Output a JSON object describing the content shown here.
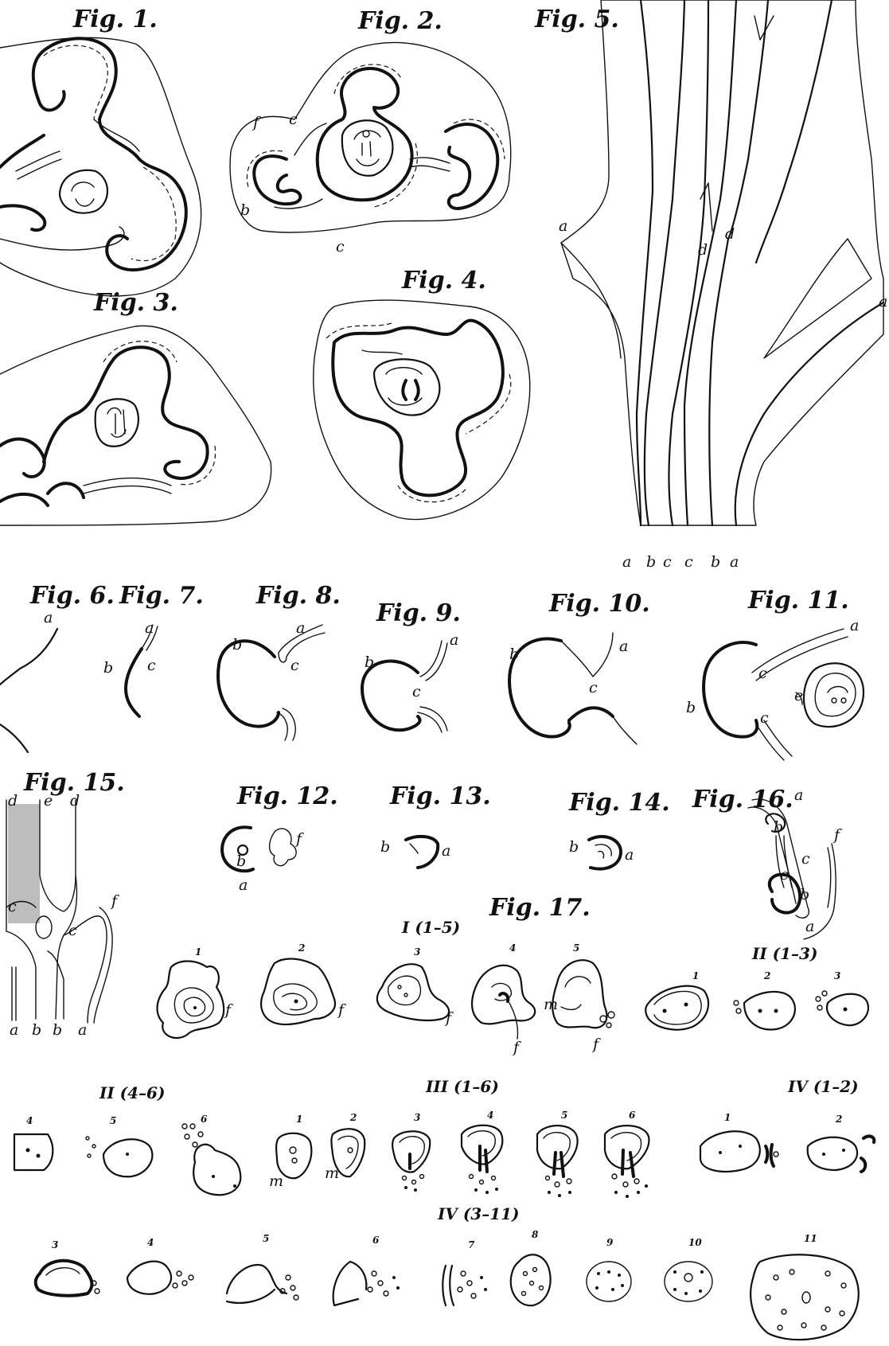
{
  "plate": {
    "figures": [
      {
        "id": "fig1",
        "title": "Fig. 1."
      },
      {
        "id": "fig2",
        "title": "Fig. 2.",
        "labels": [
          "f",
          "c",
          "b",
          "c"
        ]
      },
      {
        "id": "fig3",
        "title": "Fig. 3."
      },
      {
        "id": "fig4",
        "title": "Fig. 4."
      },
      {
        "id": "fig5",
        "title": "Fig. 5.",
        "labels": [
          "a",
          "a",
          "d",
          "d",
          "a",
          "b",
          "c",
          "c",
          "b",
          "a"
        ]
      },
      {
        "id": "fig6",
        "title": "Fig. 6.",
        "labels": [
          "a"
        ]
      },
      {
        "id": "fig7",
        "title": "Fig. 7.",
        "labels": [
          "a",
          "c",
          "b"
        ]
      },
      {
        "id": "fig8",
        "title": "Fig. 8.",
        "labels": [
          "b",
          "a",
          "c"
        ]
      },
      {
        "id": "fig9",
        "title": "Fig. 9.",
        "labels": [
          "a",
          "b",
          "c"
        ]
      },
      {
        "id": "fig10",
        "title": "Fig. 10.",
        "labels": [
          "b",
          "a",
          "c"
        ]
      },
      {
        "id": "fig11",
        "title": "Fig. 11.",
        "labels": [
          "a",
          "c",
          "b",
          "c",
          "e"
        ]
      },
      {
        "id": "fig12",
        "title": "Fig. 12.",
        "labels": [
          "f",
          "b",
          "a"
        ]
      },
      {
        "id": "fig13",
        "title": "Fig. 13.",
        "labels": [
          "b",
          "a"
        ]
      },
      {
        "id": "fig14",
        "title": "Fig. 14.",
        "labels": [
          "b",
          "a"
        ]
      },
      {
        "id": "fig15",
        "title": "Fig. 15.",
        "labels": [
          "d",
          "e",
          "d",
          "c",
          "c",
          "f",
          "a",
          "b",
          "b",
          "a"
        ]
      },
      {
        "id": "fig16",
        "title": "Fig. 16.",
        "labels": [
          "a",
          "b",
          "f",
          "c",
          "c",
          "b",
          "a"
        ]
      },
      {
        "id": "fig17",
        "title": "Fig. 17."
      }
    ],
    "series": [
      {
        "id": "s1",
        "label": "I (1–5)"
      },
      {
        "id": "s2a",
        "label": "II (1–3)"
      },
      {
        "id": "s2b",
        "label": "II (4–6)"
      },
      {
        "id": "s3",
        "label": "III (1–6)"
      },
      {
        "id": "s4a",
        "label": "IV (1–2)"
      },
      {
        "id": "s4b",
        "label": "IV (3–11)"
      }
    ],
    "numbers": [
      "1",
      "2",
      "3",
      "4",
      "5",
      "6",
      "7",
      "8",
      "9",
      "10",
      "11"
    ],
    "marks": [
      "f",
      "m"
    ]
  }
}
